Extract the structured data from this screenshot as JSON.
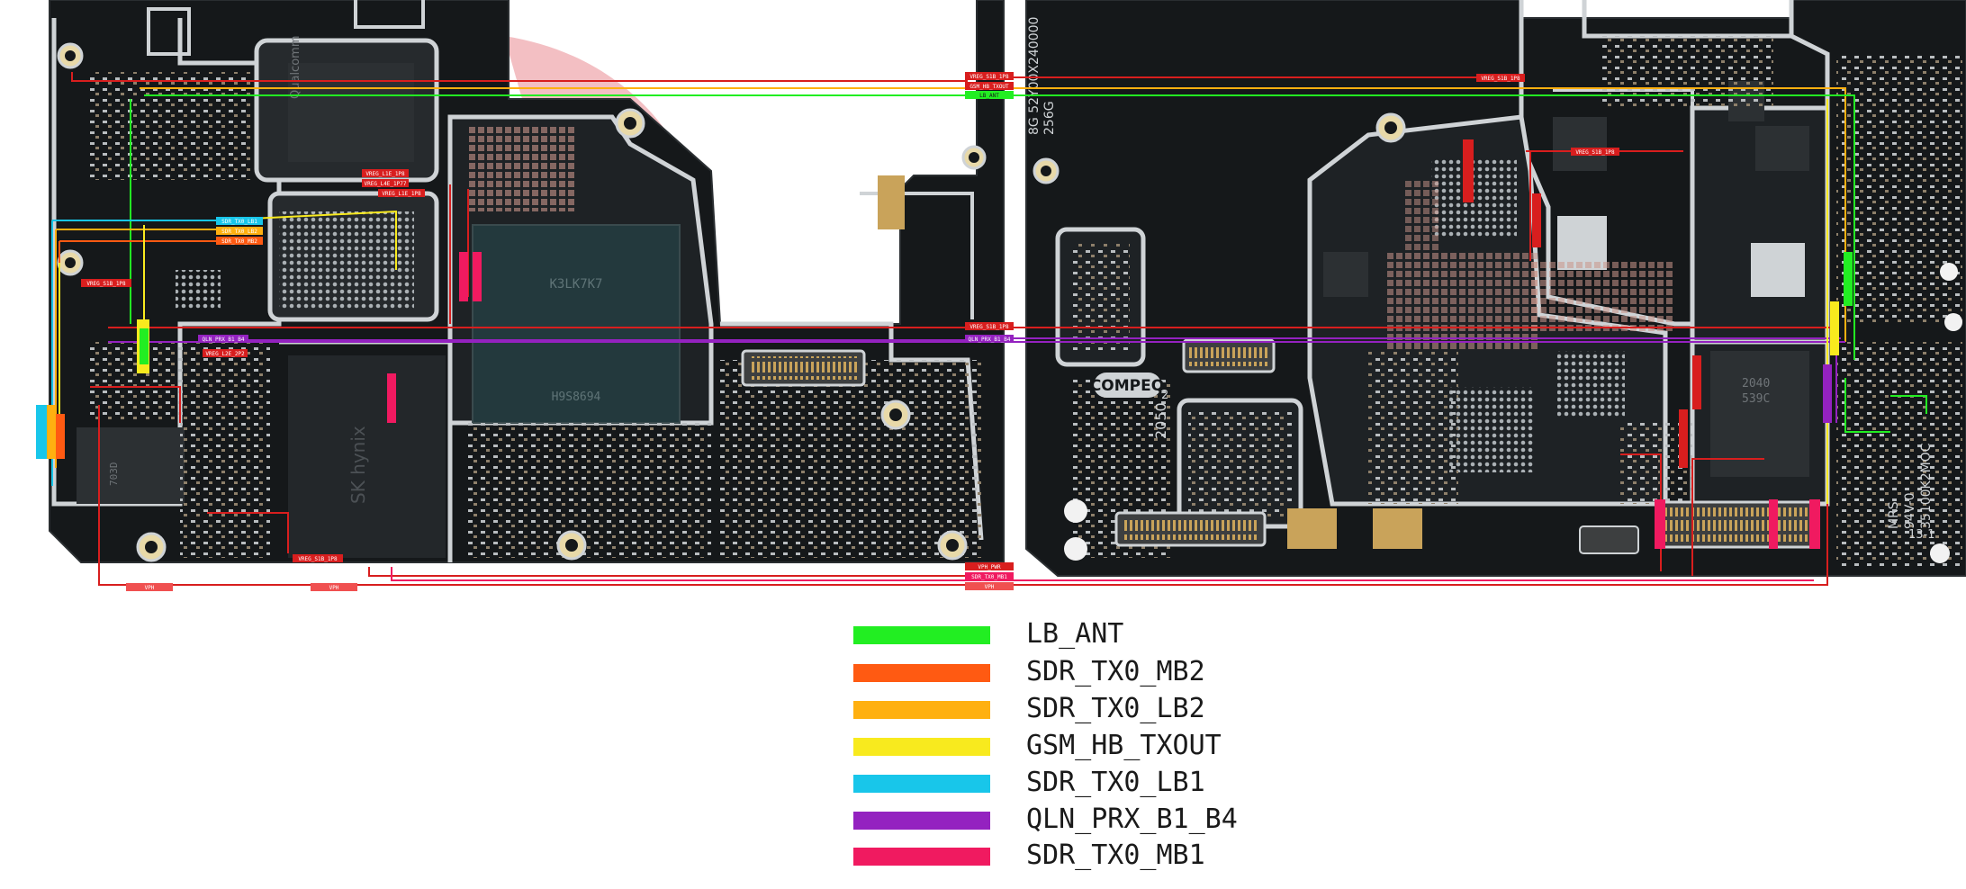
{
  "colors": {
    "board": "#15181a",
    "board_edge": "#2a2e31",
    "silk": "#cfd3d6",
    "shield": "#262a2d",
    "chip": "#2c3033",
    "connector": "#8a6a4a",
    "pad_gold": "#c9a35a",
    "pink_mark": "#e98a92",
    "vreg_red": "#d81e1e",
    "LB_ANT": "#22ee22",
    "SDR_TX0_MB2": "#ff5a12",
    "SDR_TX0_LB2": "#ffb010",
    "GSM_HB_TXOUT": "#f8ea1e",
    "SDR_TX0_LB1": "#18c6ea",
    "QLN_PRX_B1_B4": "#9422c0",
    "SDR_TX0_MB1": "#f01a60"
  },
  "board_text": {
    "qualcomm": "Qualcomm",
    "compeq": "COMPEQ",
    "compeq_code": "2050",
    "compeq_sub": "2",
    "skhynix": "SK hynix",
    "chip_k": "K3LK7K7",
    "chip_h": "H9S8694",
    "side_code_1": "8G  52Y00X240000",
    "side_code_2": "256G",
    "mrs": "MRS",
    "rev": "94V-0",
    "part": "35100K2MOC",
    "date": "13-1",
    "chip_mark": "2040",
    "chip_mark_2": "539C",
    "chip_3": "703D"
  },
  "tags": {
    "vreg_s1b_1p8": "VREG_S1B_1P8",
    "gsm_hb_txout": "GSM_HB_TXOUT",
    "lb_ant": "LB_ANT",
    "vreg_s1b_top_right": "VREG_S1B_1P8",
    "vreg_l1e_1p8": "VREG_L1E_1P8",
    "vreg_l4e": "VREG_L4E_1P77",
    "vreg_l1e_2": "VREG_L1E_1P8",
    "sdr_tx0_lb1": "SDR_TX0_LB1",
    "sdr_tx0_lb2": "SDR_TX0_LB2",
    "sdr_tx0_mb2": "SDR_TX0_MB2",
    "vreg_s1b_left": "VREG_S1B_1P8",
    "qln_prx_b1_b4": "QLN_PRX_B1_B4",
    "vreg_l2e": "VREG_L2E_2P2",
    "vreg_mid": "VREG_S1B_1P8",
    "qln_mid": "QLN_PRX_B1_B4",
    "vreg_s1b_bottom": "VREG_S1B_1P8",
    "vph_pwr": "VPH_PWR",
    "sdr_tx0_mb1": "SDR_TX0_MB1",
    "vph": "VPH",
    "vph_b1": "VPH",
    "vph_b2": "VPH",
    "vreg_s1b_right": "VREG_S1B_1P8"
  },
  "legend": [
    {
      "name": "LB_ANT",
      "color_key": "LB_ANT"
    },
    {
      "name": "SDR_TX0_MB2",
      "color_key": "SDR_TX0_MB2"
    },
    {
      "name": "SDR_TX0_LB2",
      "color_key": "SDR_TX0_LB2"
    },
    {
      "name": "GSM_HB_TXOUT",
      "color_key": "GSM_HB_TXOUT"
    },
    {
      "name": "SDR_TX0_LB1",
      "color_key": "SDR_TX0_LB1"
    },
    {
      "name": "QLN_PRX_B1_B4",
      "color_key": "QLN_PRX_B1_B4"
    },
    {
      "name": "SDR_TX0_MB1",
      "color_key": "SDR_TX0_MB1"
    }
  ]
}
